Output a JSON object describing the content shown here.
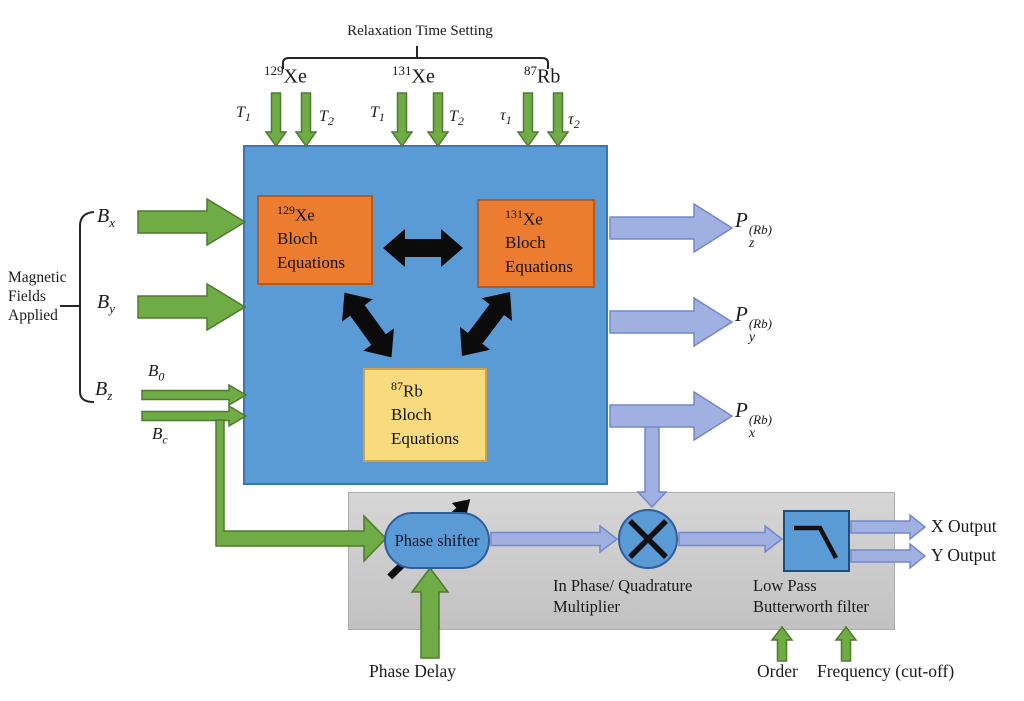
{
  "top": {
    "bracket_label": "Relaxation Time Setting",
    "groups": [
      {
        "isotope": {
          "mass": "129",
          "symbol": "Xe"
        },
        "inputs": [
          {
            "base": "T",
            "sub": "1"
          },
          {
            "base": "T",
            "sub": "2"
          }
        ]
      },
      {
        "isotope": {
          "mass": "131",
          "symbol": "Xe"
        },
        "inputs": [
          {
            "base": "T",
            "sub": "1"
          },
          {
            "base": "T",
            "sub": "2"
          }
        ]
      },
      {
        "isotope": {
          "mass": "87",
          "symbol": "Rb"
        },
        "inputs": [
          {
            "base": "τ",
            "sub": "1"
          },
          {
            "base": "τ",
            "sub": "2"
          }
        ]
      }
    ]
  },
  "left": {
    "label_lines": [
      "Magnetic",
      "Fields",
      "Applied"
    ],
    "fields": [
      {
        "base": "B",
        "sub": "x"
      },
      {
        "base": "B",
        "sub": "y"
      },
      {
        "base": "B",
        "sub": "z"
      }
    ],
    "bz_components": [
      {
        "base": "B",
        "sub": "0"
      },
      {
        "base": "B",
        "sub": "c"
      }
    ]
  },
  "blocks": [
    {
      "mass": "129",
      "symbol": "Xe",
      "line2": "Bloch",
      "line3": "Equations"
    },
    {
      "mass": "131",
      "symbol": "Xe",
      "line2": "Bloch",
      "line3": "Equations"
    },
    {
      "mass": "87",
      "symbol": "Rb",
      "line2": "Bloch",
      "line3": "Equations"
    }
  ],
  "outputs": [
    {
      "base": "P",
      "sub": "z",
      "sup": "(Rb)"
    },
    {
      "base": "P",
      "sub": "y",
      "sup": "(Rb)"
    },
    {
      "base": "P",
      "sub": "x",
      "sup": "(Rb)"
    }
  ],
  "bottom": {
    "phase_shifter_label": "Phase shifter",
    "multiplier_label": [
      "In Phase/ Quadrature",
      "Multiplier"
    ],
    "filter_label": [
      "Low Pass",
      "Butterworth filter"
    ],
    "x_output": "X Output",
    "y_output": "Y Output",
    "phase_delay": "Phase Delay",
    "order": "Order",
    "frequency": "Frequency (cut-off)"
  },
  "colors": {
    "green_arrow": "#6FAC46",
    "block_blue": "#5B9BD5",
    "orange_block": "#EC7C30",
    "yellow_block": "#F9DB7F",
    "light_blue_arrow": "#9FB0E1",
    "panel_gray": "#CBCBCB",
    "black_arrow": "#0B0B0B"
  }
}
